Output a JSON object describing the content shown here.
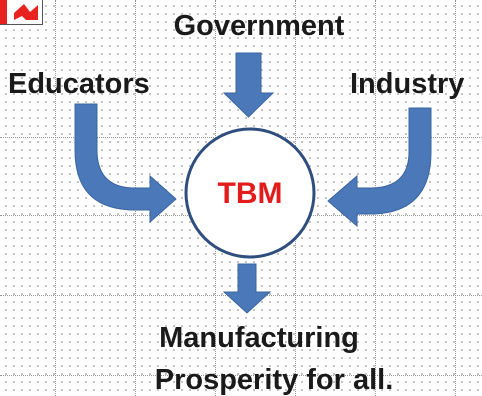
{
  "nodes": {
    "top": "Government",
    "left": "Educators",
    "right": "Industry",
    "center": "TBM",
    "bottom_line1": "Manufacturing",
    "bottom_line2": "Prosperity for all."
  },
  "colors": {
    "arrow": "#4a78b8",
    "arrow_edge": "#3b659f",
    "circle_stroke": "#2f4e7e",
    "center_text": "#e31b1b",
    "label_text": "#1a1a1a",
    "flag_red": "#e8221f"
  },
  "icons": {
    "flag": "canadian-flag-icon",
    "arrow": "down-arrow-icon"
  }
}
